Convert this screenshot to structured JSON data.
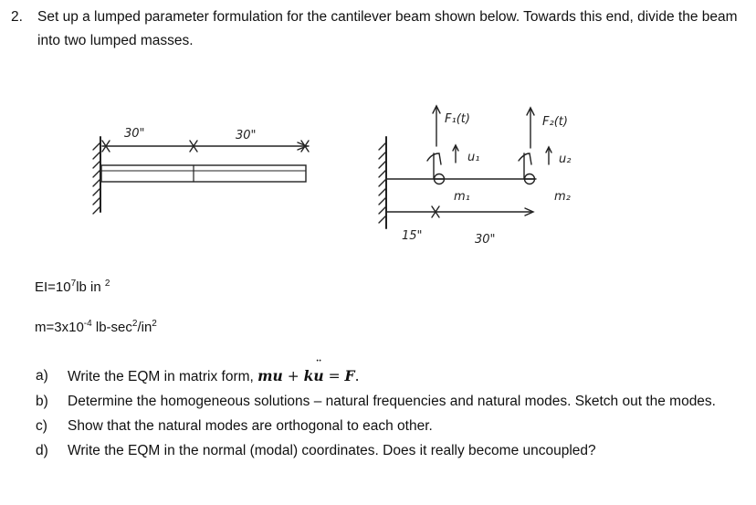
{
  "problem": {
    "number": "2.",
    "statement": "Set up a lumped parameter formulation for the cantilever beam shown below. Towards this end, divide the beam into two lumped masses."
  },
  "figure": {
    "left_beam": {
      "dim_1": "30\"",
      "dim_2": "30\""
    },
    "lumped_model": {
      "force_1": "F₁(t)",
      "force_2": "F₂(t)",
      "disp_1": "u₁",
      "disp_2": "u₂",
      "mass_1": "m₁",
      "mass_2": "m₂",
      "dim_1": "15\"",
      "dim_2": "30\""
    }
  },
  "given": {
    "ei_prefix": "EI=10",
    "ei_exp": "7",
    "ei_unit": "lb in",
    "ei_unit_exp": "2",
    "m_prefix": "m=3x10",
    "m_exp": "-4",
    "m_unit_a": " lb-sec",
    "m_unit_a_exp": "2",
    "m_unit_b": "/in",
    "m_unit_b_exp": "2"
  },
  "parts": [
    {
      "label": "a)",
      "text": "Write the EQM in matrix form, "
    },
    {
      "label": "b)",
      "text": "Determine the homogeneous solutions – natural frequencies and natural modes. Sketch out the modes."
    },
    {
      "label": "c)",
      "text": "Show that the natural modes are orthogonal to each other."
    },
    {
      "label": "d)",
      "text": "Write the EQM in the normal (modal) coordinates. Does it really become uncoupled?"
    }
  ],
  "equation": {
    "m": "m",
    "u1": "u",
    "plus": " + ",
    "k": "k",
    "u2": "u",
    "eq": " = ",
    "f": "F",
    "end": "."
  }
}
